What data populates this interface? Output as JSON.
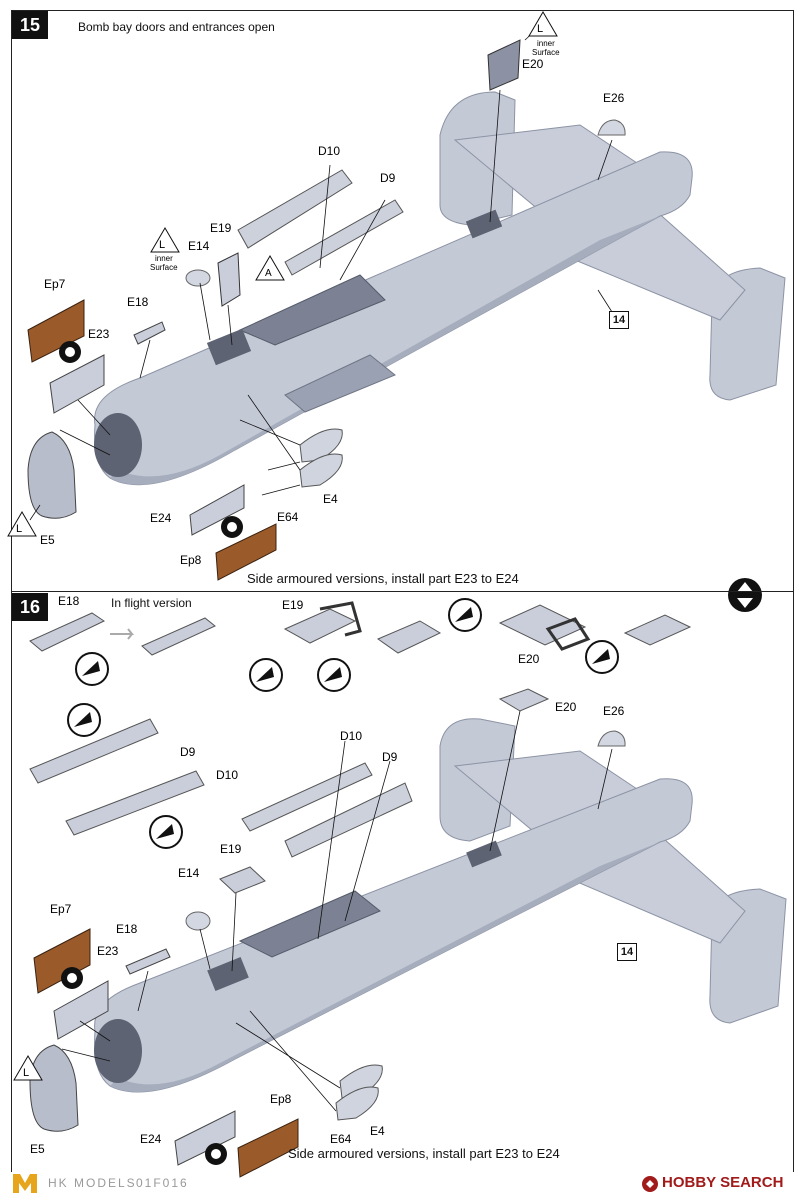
{
  "step15": {
    "number": "15",
    "caption": "Bomb bay doors and entrances open",
    "notice": "Side armoured versions, install part E23 to E24",
    "ref": "14",
    "inner_surface": "inner\nSurface",
    "labels": {
      "e20": "E20",
      "e26": "E26",
      "d10": "D10",
      "d9": "D9",
      "e19": "E19",
      "e14": "E14",
      "ep7": "Ep7",
      "e18": "E18",
      "e23": "E23",
      "e24": "E24",
      "e64": "E64",
      "e4": "E4",
      "ep8": "Ep8",
      "e5": "E5",
      "a": "A",
      "l1": "L",
      "l2": "L",
      "l3": "L"
    }
  },
  "step16": {
    "number": "16",
    "caption": "In flight version",
    "notice": "Side armoured versions, install part E23 to E24",
    "ref": "14",
    "labels": {
      "e18_top": "E18",
      "e19_top": "E19",
      "e20_top": "E20",
      "d9_left": "D9",
      "d10_left": "D10",
      "e20": "E20",
      "e26": "E26",
      "d10": "D10",
      "d9": "D9",
      "e19": "E19",
      "e14": "E14",
      "ep7": "Ep7",
      "e18": "E18",
      "e23": "E23",
      "e5": "E5",
      "e24": "E24",
      "ep8": "Ep8",
      "e64": "E64",
      "e4": "E4",
      "l": "L"
    }
  },
  "footer": {
    "brand": "HK MODELS",
    "code": "01F016",
    "watermark": "HOBBY SEARCH"
  },
  "colors": {
    "plane": "#c4c9d6",
    "plane_shadow": "#9aa1b2",
    "decal": "#9a5a2a",
    "ink": "#111111"
  }
}
